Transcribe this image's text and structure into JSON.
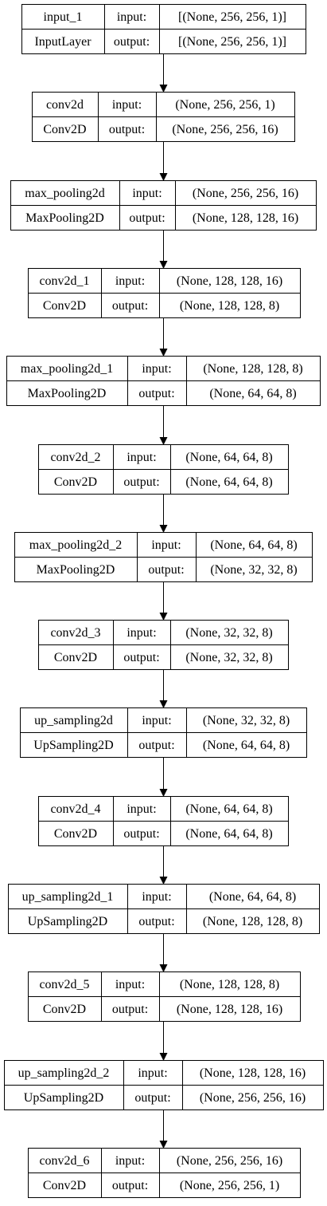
{
  "diagram": {
    "labels": {
      "input": "input:",
      "output": "output:"
    },
    "layers": [
      {
        "name": "input_1",
        "type": "InputLayer",
        "input": "[(None, 256, 256, 1)]",
        "output": "[(None, 256, 256, 1)]"
      },
      {
        "name": "conv2d",
        "type": "Conv2D",
        "input": "(None, 256, 256, 1)",
        "output": "(None, 256, 256, 16)"
      },
      {
        "name": "max_pooling2d",
        "type": "MaxPooling2D",
        "input": "(None, 256, 256, 16)",
        "output": "(None, 128, 128, 16)"
      },
      {
        "name": "conv2d_1",
        "type": "Conv2D",
        "input": "(None, 128, 128, 16)",
        "output": "(None, 128, 128, 8)"
      },
      {
        "name": "max_pooling2d_1",
        "type": "MaxPooling2D",
        "input": "(None, 128, 128, 8)",
        "output": "(None, 64, 64, 8)"
      },
      {
        "name": "conv2d_2",
        "type": "Conv2D",
        "input": "(None, 64, 64, 8)",
        "output": "(None, 64, 64, 8)"
      },
      {
        "name": "max_pooling2d_2",
        "type": "MaxPooling2D",
        "input": "(None, 64, 64, 8)",
        "output": "(None, 32, 32, 8)"
      },
      {
        "name": "conv2d_3",
        "type": "Conv2D",
        "input": "(None, 32, 32, 8)",
        "output": "(None, 32, 32, 8)"
      },
      {
        "name": "up_sampling2d",
        "type": "UpSampling2D",
        "input": "(None, 32, 32, 8)",
        "output": "(None, 64, 64, 8)"
      },
      {
        "name": "conv2d_4",
        "type": "Conv2D",
        "input": "(None, 64, 64, 8)",
        "output": "(None, 64, 64, 8)"
      },
      {
        "name": "up_sampling2d_1",
        "type": "UpSampling2D",
        "input": "(None, 64, 64, 8)",
        "output": "(None, 128, 128, 8)"
      },
      {
        "name": "conv2d_5",
        "type": "Conv2D",
        "input": "(None, 128, 128, 8)",
        "output": "(None, 128, 128, 16)"
      },
      {
        "name": "up_sampling2d_2",
        "type": "UpSampling2D",
        "input": "(None, 128, 128, 16)",
        "output": "(None, 256, 256, 16)"
      },
      {
        "name": "conv2d_6",
        "type": "Conv2D",
        "input": "(None, 256, 256, 16)",
        "output": "(None, 256, 256, 1)"
      }
    ]
  }
}
